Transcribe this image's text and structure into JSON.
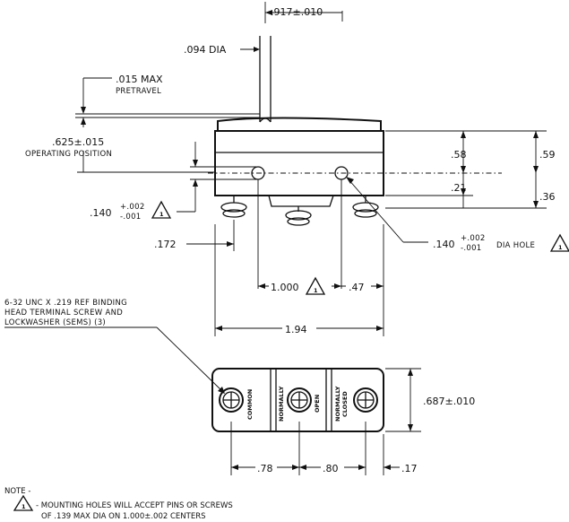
{
  "dimensions": {
    "top_width": ".917±.010",
    "dia": ".094 DIA",
    "max_label": ".015 MAX",
    "pretravel": "PRETRAVEL",
    "operating_value": ".625±.015",
    "operating_position": "OPERATING POSITION",
    "r58": ".58",
    "r59": ".59",
    "r21": ".21",
    "r36": ".36",
    "hole_tol": ".140",
    "hole_tol_plus": "+.002",
    "hole_tol_minus": "-.001",
    "dim172": ".172",
    "dia_hole_base": ".140",
    "dia_hole_plus": "+.002",
    "dia_hole_minus": "-.001",
    "dia_hole_suffix": "DIA HOLE",
    "center_spacing": "1.000",
    "dim47": ".47",
    "width194": "1.94",
    "height687": ".687±.010",
    "dim78": ".78",
    "dim80": ".80",
    "dim17": ".17"
  },
  "callout": {
    "line1": "6-32 UNC X .219 REF BINDING",
    "line2": "HEAD TERMINAL SCREW AND",
    "line3": "LOCKWASHER (SEMS) (3)"
  },
  "terminals": {
    "common": "COMMON",
    "no_line1": "NORMALLY",
    "no_line2": "OPEN",
    "nc_line1": "NORMALLY",
    "nc_line2": "CLOSED"
  },
  "note": {
    "title": "NOTE -",
    "line1": "- MOUNTING HOLES WILL ACCEPT PINS OR SCREWS",
    "line2": "OF .139 MAX DIA ON 1.000±.002 CENTERS",
    "marker": "1"
  }
}
